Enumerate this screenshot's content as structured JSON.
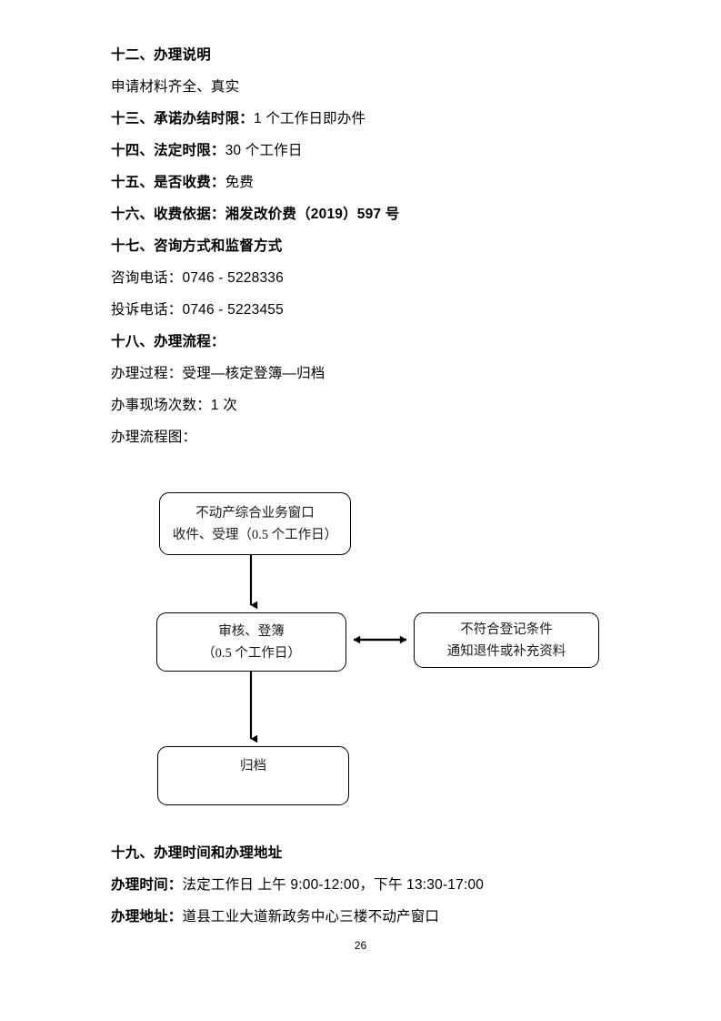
{
  "document": {
    "page_number": "26",
    "sections": [
      {
        "id": "s12",
        "heading": "十二、办理说明",
        "body": "申请材料齐全、真实"
      },
      {
        "id": "s13",
        "label": "十三、承诺办结时限：",
        "value": "1 个工作日即办件"
      },
      {
        "id": "s14",
        "label": "十四、法定时限：",
        "value": "30 个工作日"
      },
      {
        "id": "s15",
        "label": "十五、是否收费：",
        "value": "免费"
      },
      {
        "id": "s16",
        "full_bold_line": "十六、收费依据：湘发改价费（2019）597 号"
      },
      {
        "id": "s17",
        "heading": "十七、咨询方式和监督方式",
        "consult_phone": "咨询电话：0746 - 5228336",
        "complaint_phone": "投诉电话：0746 - 5223455"
      },
      {
        "id": "s18",
        "heading": "十八、办理流程：",
        "process": "办理过程：受理—核定登簿—归档",
        "visits": "办事现场次数：1 次",
        "diagram_label": "办理流程图："
      },
      {
        "id": "s19",
        "heading": "十九、办理时间和办理地址",
        "time_label": "办理时间：",
        "time_value": "法定工作日 上午 9:00-12:00，下午 13:30-17:00",
        "address_label": "办理地址：",
        "address_value": "道县工业大道新政务中心三楼不动产窗口"
      }
    ]
  },
  "flowchart": {
    "nodes": [
      {
        "id": "intake",
        "line1": "不动产综合业务窗口",
        "line2": "收件、受理（0.5 个工作日）"
      },
      {
        "id": "review",
        "line1": "审核、登簿",
        "line2": "（0.5 个工作日）"
      },
      {
        "id": "reject",
        "line1": "不符合登记条件",
        "line2": "通知退件或补充资料"
      },
      {
        "id": "archive",
        "line1": "归档",
        "line2": ""
      }
    ]
  }
}
